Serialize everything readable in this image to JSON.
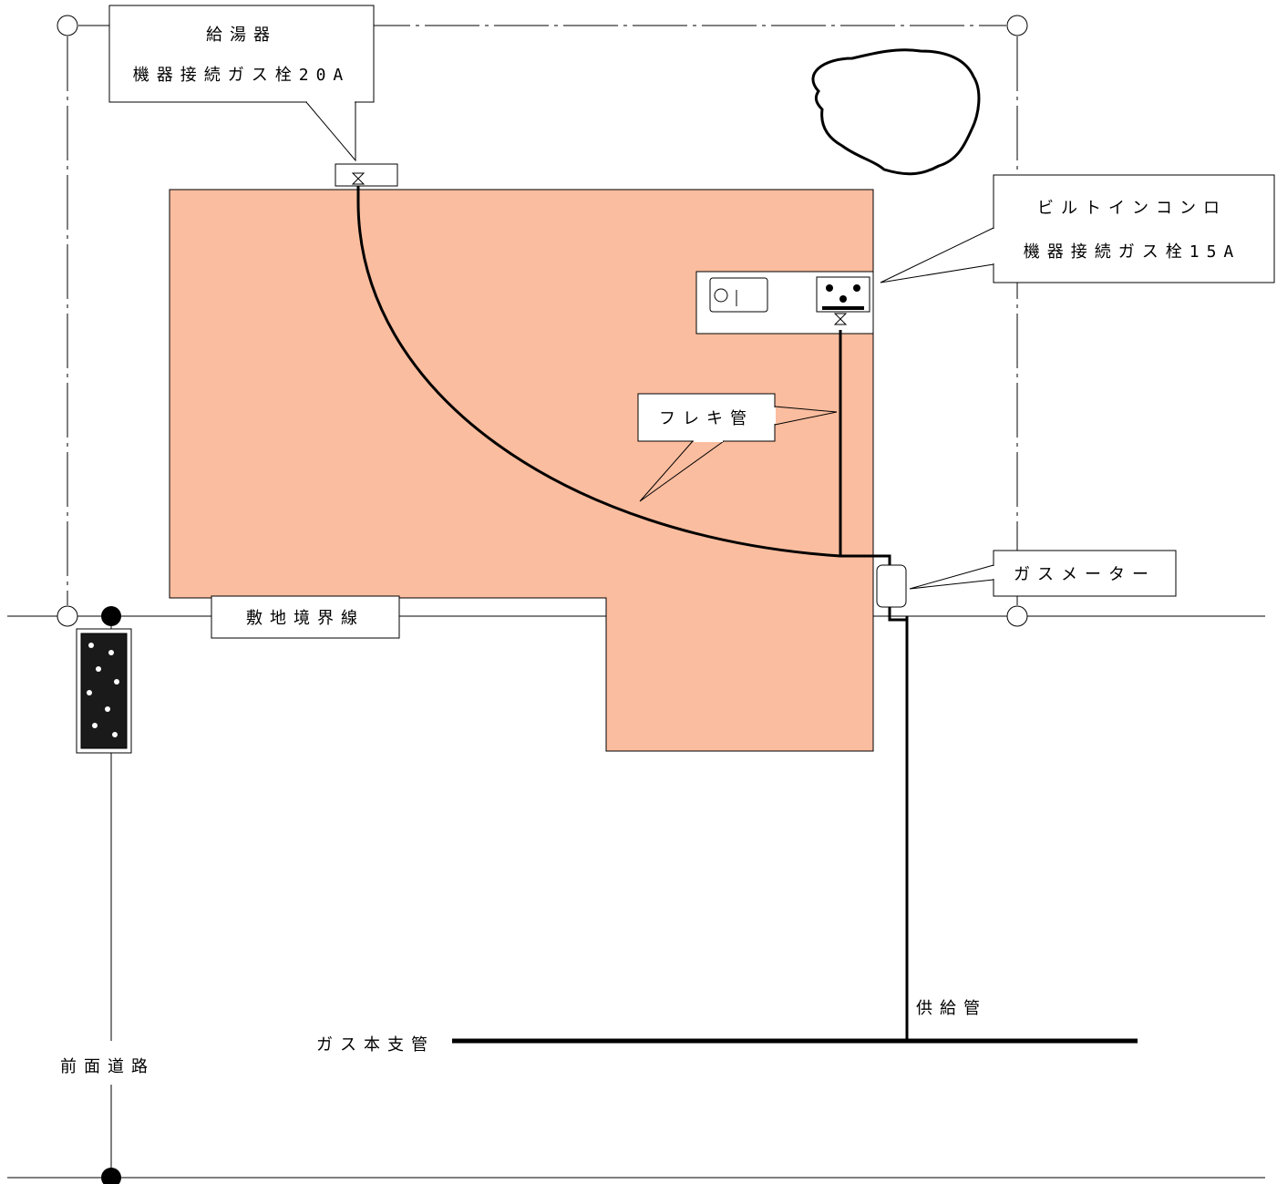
{
  "labels": {
    "water_heater_title": "給湯器",
    "water_heater_cock": "機器接続ガス栓20A",
    "stove_title": "ビルトインコンロ",
    "stove_cock": "機器接続ガス栓15A",
    "flex_pipe": "フレキ管",
    "gas_meter": "ガスメーター",
    "boundary_line": "敷地境界線",
    "supply_pipe": "供給管",
    "gas_main": "ガス本支管",
    "front_road": "前面道路"
  },
  "colors": {
    "house_fill": "#fbbd9f",
    "line": "#000000",
    "background": "#ffffff"
  }
}
